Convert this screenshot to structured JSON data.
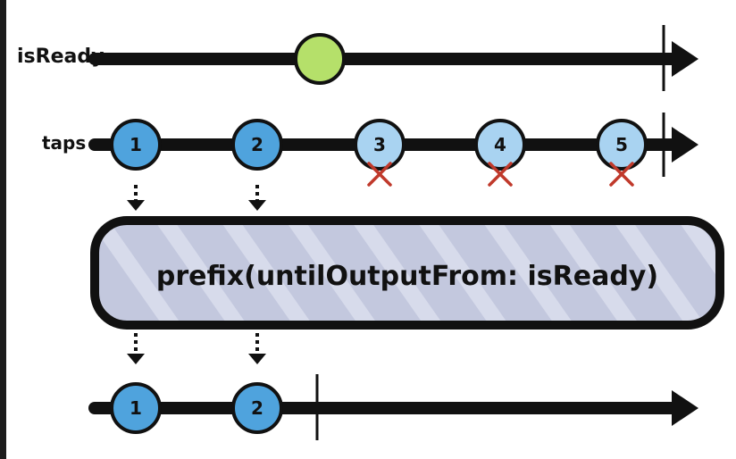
{
  "timelines": {
    "is_ready": {
      "label": "isReady",
      "marble_color": "#b5e06a",
      "completes": true
    },
    "taps": {
      "label": "taps",
      "marbles": [
        {
          "label": "1",
          "color": "#4fa3dd",
          "dropped": false
        },
        {
          "label": "2",
          "color": "#4fa3dd",
          "dropped": false
        },
        {
          "label": "3",
          "color": "#a9d3f1",
          "dropped": true
        },
        {
          "label": "4",
          "color": "#a9d3f1",
          "dropped": true
        },
        {
          "label": "5",
          "color": "#a9d3f1",
          "dropped": true
        }
      ],
      "completes": true
    },
    "output": {
      "marbles": [
        {
          "label": "1",
          "color": "#4fa3dd"
        },
        {
          "label": "2",
          "color": "#4fa3dd"
        }
      ],
      "completes": true
    }
  },
  "operator": {
    "text": "prefix(untilOutputFrom: isReady)",
    "fill": "#c3c8de",
    "stripe": "#d7dbeb"
  },
  "colors": {
    "line": "#111111",
    "drop_mark": "#c0392b"
  }
}
